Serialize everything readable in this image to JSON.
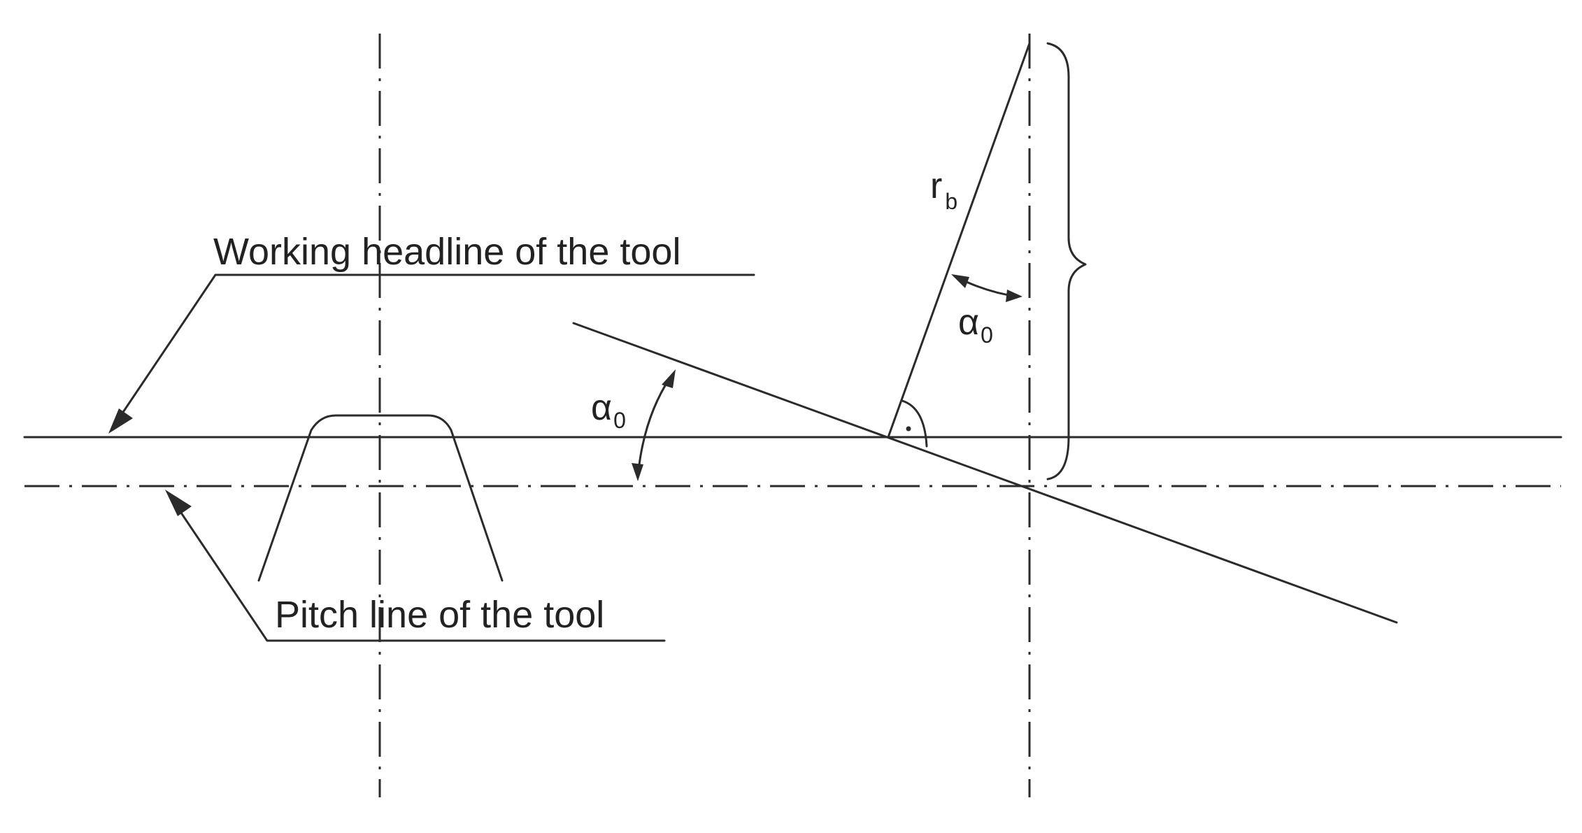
{
  "labels": {
    "working_headline": "Working headline of the tool",
    "pitch_line": "Pitch line of the tool",
    "rb_symbol": "r",
    "rb_subscript": "b",
    "alpha_symbol": "α",
    "alpha_subscript": "0"
  },
  "colors": {
    "line": "#2b2b2b",
    "text": "#222222",
    "background": "#ffffff"
  }
}
